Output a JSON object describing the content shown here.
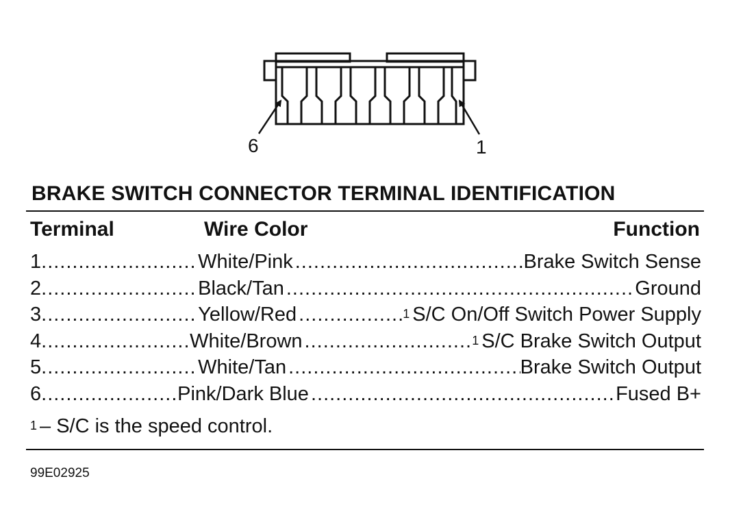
{
  "connector": {
    "pin_left_label": "6",
    "pin_right_label": "1"
  },
  "table": {
    "title": "BRAKE SWITCH CONNECTOR TERMINAL IDENTIFICATION",
    "headers": {
      "terminal": "Terminal",
      "wire_color": "Wire Color",
      "function": "Function"
    },
    "rows": [
      {
        "terminal": "1",
        "wire_color": "White/Pink",
        "footnote": "",
        "function": "Brake Switch Sense"
      },
      {
        "terminal": "2",
        "wire_color": "Black/Tan",
        "footnote": "",
        "function": "Ground"
      },
      {
        "terminal": "3",
        "wire_color": "Yellow/Red",
        "footnote": "1",
        "function": "S/C On/Off Switch Power Supply"
      },
      {
        "terminal": "4",
        "wire_color": "White/Brown",
        "footnote": "1",
        "function": "S/C Brake Switch Output"
      },
      {
        "terminal": "5",
        "wire_color": "White/Tan",
        "footnote": "",
        "function": "Brake Switch Output"
      },
      {
        "terminal": "6",
        "wire_color": "Pink/Dark Blue",
        "footnote": "",
        "function": "Fused B+"
      }
    ],
    "footnote": {
      "marker": "1",
      "text": "– S/C is the speed control."
    }
  },
  "figure_id": "99E02925"
}
